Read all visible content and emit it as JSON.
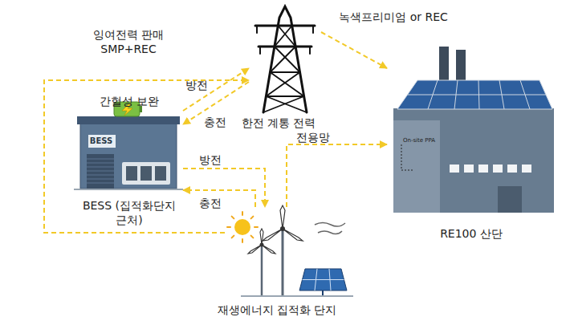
{
  "diagram": {
    "nodes": [
      {
        "text": [
          "한전 계통 전력"
        ]
      },
      {
        "text": [
          "간헐성 보완",
          "BESS",
          "BESS (집적화단지 근처)"
        ]
      },
      {
        "text": [
          "On-site PPA",
          "RE100 산단"
        ]
      },
      {
        "text": [
          "재생에너지 집적화 단지"
        ]
      }
    ],
    "edges": [
      {
        "from": 3,
        "to": 0,
        "arrow": "to",
        "label": "잉여전력 판매 SMP+REC"
      },
      {
        "from": 1,
        "to": 0,
        "arrow": "to",
        "label": "방전"
      },
      {
        "from": 0,
        "to": 1,
        "arrow": "to",
        "label": "충전"
      },
      {
        "from": 1,
        "to": 3,
        "arrow": "to",
        "label": "방전"
      },
      {
        "from": 3,
        "to": 1,
        "arrow": "to",
        "label": "충전"
      },
      {
        "from": 0,
        "to": 2,
        "arrow": "to",
        "label": "녹색프리미엄 or REC"
      },
      {
        "from": 3,
        "to": 2,
        "arrow": "to",
        "label": "전용망"
      }
    ]
  }
}
